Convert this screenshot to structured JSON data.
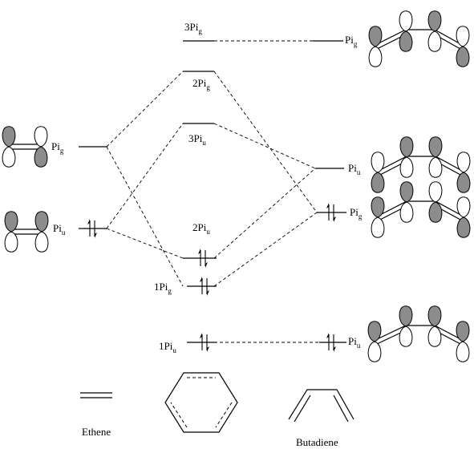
{
  "labels": {
    "eth_pig": {
      "main": "Pi",
      "sub": "g"
    },
    "eth_piu": {
      "main": "Pi",
      "sub": "u"
    },
    "mid_3pig": {
      "main": "3Pi",
      "sub": "g"
    },
    "mid_2pig": {
      "main": "2Pi",
      "sub": "g"
    },
    "mid_3piu": {
      "main": "3Pi",
      "sub": "u"
    },
    "mid_2piu": {
      "main": "2Pi",
      "sub": "u"
    },
    "mid_1pig": {
      "main": "1Pi",
      "sub": "g"
    },
    "mid_1piu": {
      "main": "1Pi",
      "sub": "u"
    },
    "but_pig_top": {
      "main": "Pi",
      "sub": "g"
    },
    "but_piu_mid": {
      "main": "Pi",
      "sub": "u"
    },
    "but_pig_mid": {
      "main": "Pi",
      "sub": "g"
    },
    "but_piu_bot": {
      "main": "Pi",
      "sub": "u"
    }
  },
  "captions": {
    "ethene": "Ethene",
    "butadiene": "Butadiene"
  },
  "occupancy": {
    "eth_piu": "2 electrons",
    "mid_2piu": "2 electrons",
    "mid_1pig": "2 electrons",
    "mid_1piu": "2 electrons",
    "but_pig_mid": "2 electrons",
    "but_piu_bot": "2 electrons"
  },
  "colors": {
    "line": "#000000",
    "shaded_lobe": "#8c8c8c",
    "open_lobe": "#ffffff"
  }
}
